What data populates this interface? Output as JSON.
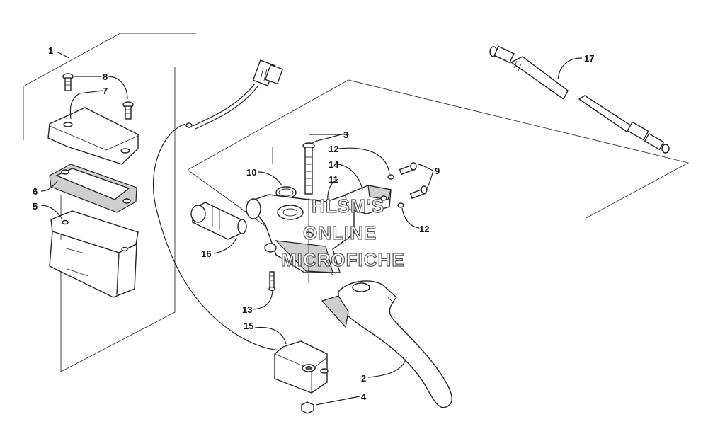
{
  "callouts": {
    "c1": "1",
    "c2": "2",
    "c3": "3",
    "c4": "4",
    "c5": "5",
    "c6": "6",
    "c7": "7",
    "c8": "8",
    "c9": "9",
    "c10": "10",
    "c11": "11",
    "c12a": "12",
    "c12b": "12",
    "c13": "13",
    "c14": "14",
    "c15": "15",
    "c16": "16",
    "c17": "17"
  },
  "watermark": {
    "line1": "HLSM'S",
    "line2": "ONLINE",
    "line3": "MICROFICHE"
  }
}
